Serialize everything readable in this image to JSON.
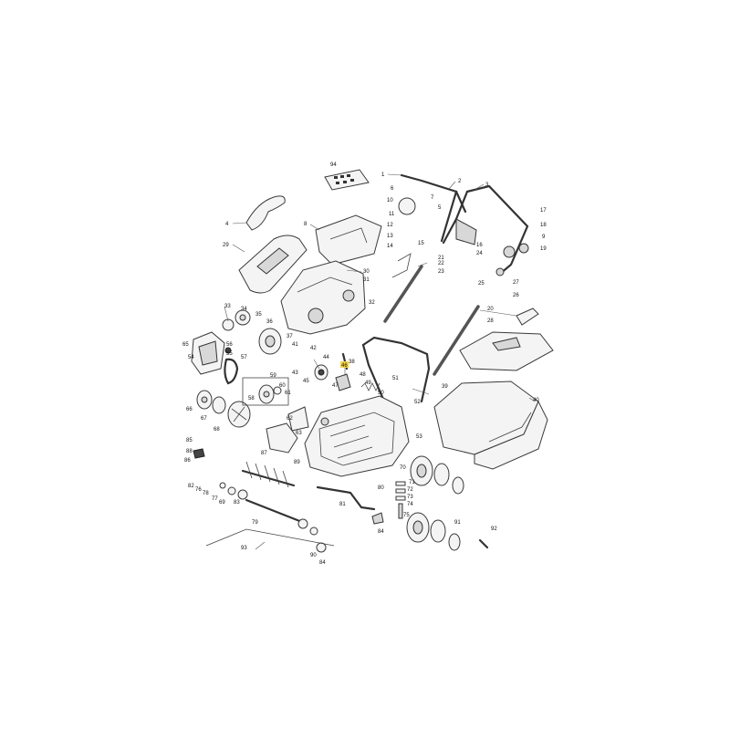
{
  "diagram": {
    "callouts": [
      "1",
      "2",
      "3",
      "4",
      "5",
      "6",
      "7",
      "8",
      "9",
      "10",
      "11",
      "12",
      "13",
      "14",
      "15",
      "16",
      "17",
      "18",
      "19",
      "20",
      "21",
      "22",
      "23",
      "24",
      "25",
      "26",
      "27",
      "28",
      "29",
      "30",
      "31",
      "32",
      "33",
      "34",
      "35",
      "36",
      "37",
      "38",
      "39",
      "40",
      "41",
      "42",
      "43",
      "44",
      "45",
      "46",
      "47",
      "48",
      "49",
      "50",
      "51",
      "52",
      "53",
      "54",
      "55",
      "56",
      "57",
      "58",
      "59",
      "60",
      "61",
      "62",
      "63",
      "64",
      "65",
      "66",
      "67",
      "68",
      "69",
      "70",
      "71",
      "72",
      "73",
      "74",
      "75",
      "76",
      "77",
      "78",
      "79",
      "80",
      "81",
      "82",
      "83",
      "84",
      "85",
      "86",
      "87",
      "88",
      "89",
      "90",
      "91",
      "92",
      "93",
      "94"
    ],
    "highlighted": "46",
    "highlight_color": "#f5d64a"
  }
}
